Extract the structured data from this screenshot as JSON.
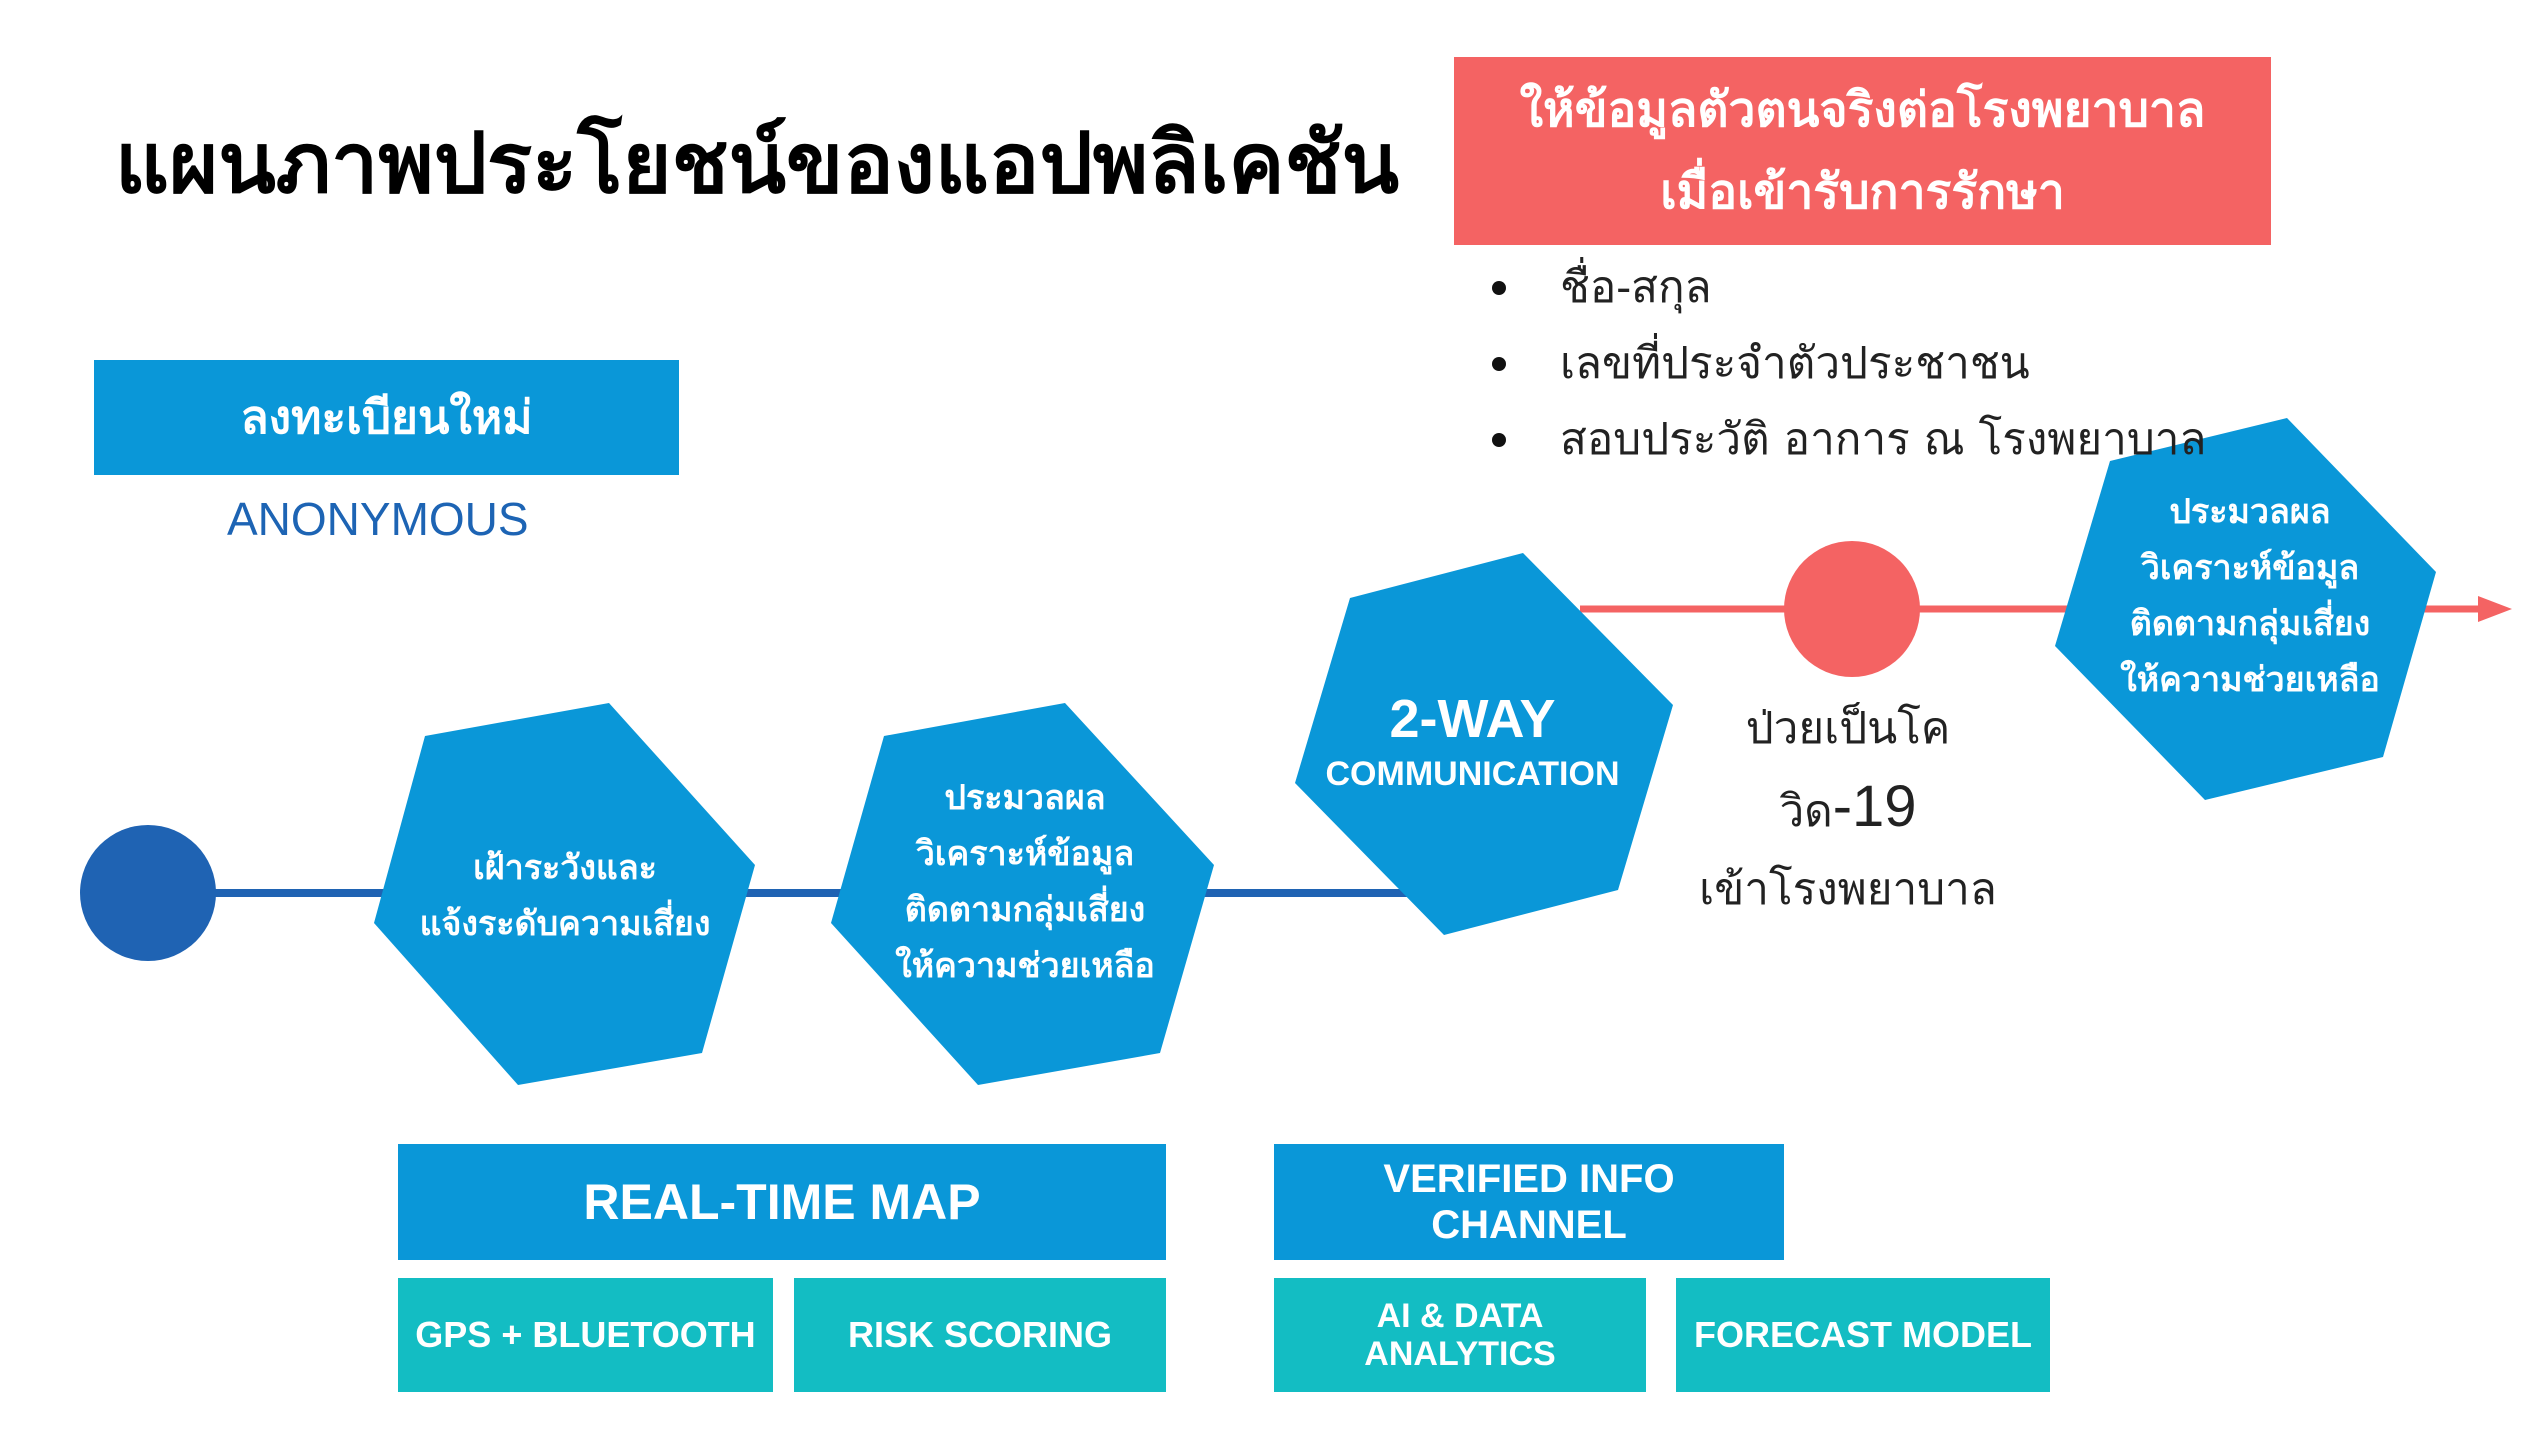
{
  "title": "แผนภาพประโยชน์ของแอปพลิเคชัน",
  "register": {
    "label": "ลงทะเบียนใหม่",
    "sublabel": "ANONYMOUS"
  },
  "identity_box": {
    "line1": "ให้ข้อมูลตัวตนจริงต่อโรงพยาบาล",
    "line2": "เมื่อเข้ารับการรักษา",
    "bullets": [
      "ชื่อ-สกุล",
      "เลขที่ประจำตัวประชาชน",
      "สอบประวัติ อาการ ณ โรงพยาบาล"
    ]
  },
  "steps": {
    "surveil": [
      "เฝ้าระวังและ",
      "แจ้งระดับความเสี่ยง"
    ],
    "process": [
      "ประมวลผล",
      "วิเคราะห์ข้อมูล",
      "ติดตามกลุ่มเสี่ยง",
      "ให้ความช่วยเหลือ"
    ],
    "two_way": {
      "line1": "2-WAY",
      "line2": "COMMUNICATION"
    },
    "process_after": [
      "ประมวลผล",
      "วิเคราะห์ข้อมูล",
      "ติดตามกลุ่มเสี่ยง",
      "ให้ความช่วยเหลือ"
    ]
  },
  "covid": {
    "prefix": "ป่วยเป็นโควิด",
    "number": "-19",
    "line2": "เข้าโรงพยาบาล"
  },
  "features": {
    "realtime_map": "REAL-TIME MAP",
    "gps": "GPS + BLUETOOTH",
    "risk": "RISK SCORING",
    "verified_line1": "VERIFIED INFO",
    "verified_line2": "CHANNEL",
    "ai_line1": "AI & DATA",
    "ai_line2": "ANALYTICS",
    "forecast": "FORECAST MODEL"
  },
  "colors": {
    "blue": "#0a97d8",
    "dark_blue": "#1f63b3",
    "teal": "#13bdc3",
    "red": "#f46363"
  }
}
